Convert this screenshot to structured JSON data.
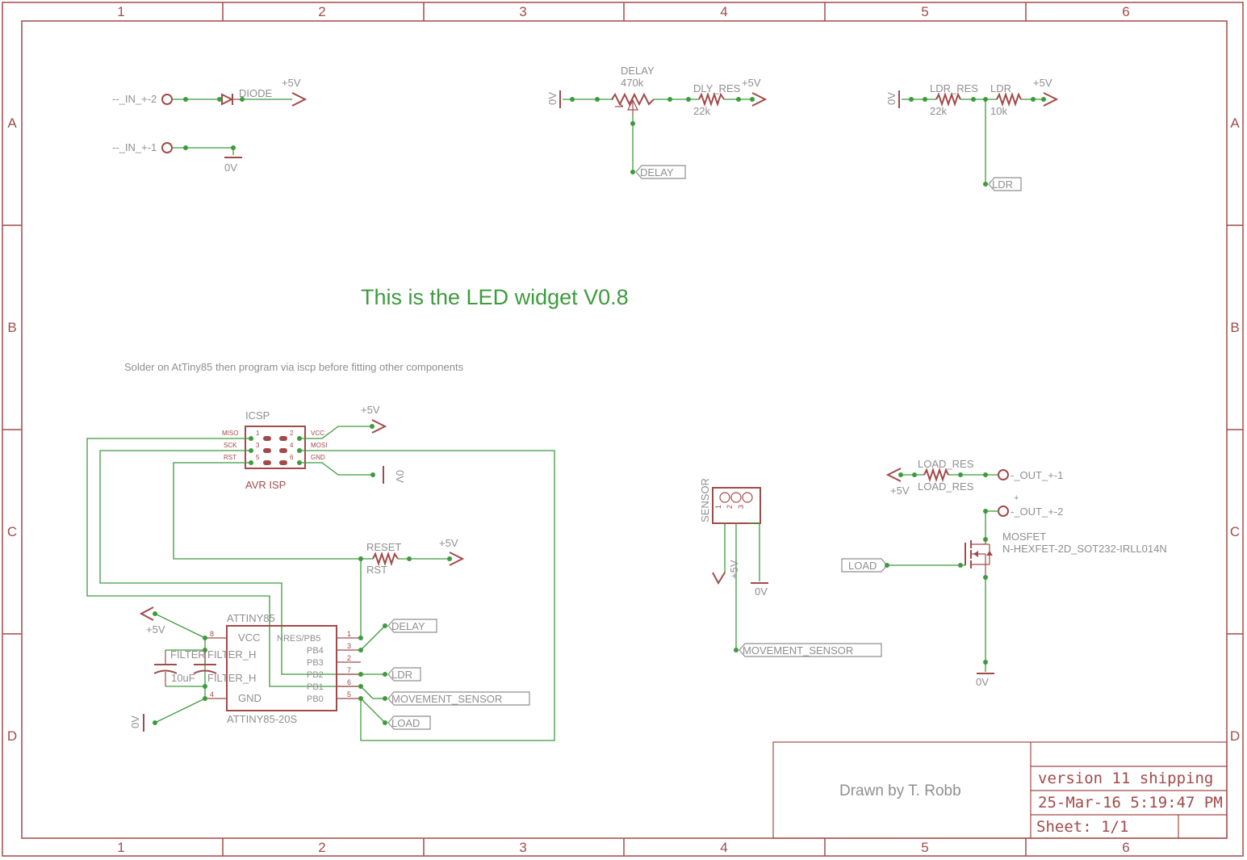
{
  "frame": {
    "columns": [
      "1",
      "2",
      "3",
      "4",
      "5",
      "6"
    ],
    "rows": [
      "A",
      "B",
      "C",
      "D"
    ]
  },
  "notes": {
    "title": "This is the LED widget V0.8",
    "instruction": "Solder on AtTiny85 then program via iscp before fitting other components"
  },
  "input_block": {
    "in2": "--_IN_+-2",
    "in1": "--_IN_+-1",
    "diode": "DIODE",
    "plus5v": "+5V",
    "gnd": "0V"
  },
  "delay_block": {
    "gnd": "0V",
    "pot_name": "DELAY",
    "pot_value": "470k",
    "res_name": "DLY_RES",
    "res_value": "22k",
    "plus5v": "+5V",
    "net_label": "DELAY"
  },
  "ldr_block": {
    "gnd": "0V",
    "res_name": "LDR_RES",
    "res_value": "22k",
    "ldr_name": "LDR",
    "ldr_value": "10k",
    "plus5v": "+5V",
    "net_label": "LDR"
  },
  "icsp": {
    "name": "ICSP",
    "value": "AVR ISP",
    "left_pins": [
      "MISO",
      "SCK",
      "RST"
    ],
    "right_pins": [
      "VCC",
      "MOSI",
      "GND"
    ],
    "pin_numbers": [
      "1",
      "2",
      "3",
      "4",
      "5",
      "6"
    ],
    "plus5v": "+5V",
    "gnd": "0V"
  },
  "reset_block": {
    "name": "RESET",
    "value": "RST",
    "plus5v": "+5V"
  },
  "attiny": {
    "name": "ATTINY85",
    "value": "ATTINY85-20S",
    "left_pins": [
      "VCC",
      "GND"
    ],
    "left_nums": [
      "8",
      "4"
    ],
    "right_pins": [
      "NRES/PB5",
      "PB4",
      "PB3",
      "PB2",
      "PB1",
      "PB0"
    ],
    "right_nums": [
      "1",
      "3",
      "2",
      "7",
      "6",
      "5"
    ],
    "plus5v": "+5V",
    "gnd": "0V",
    "cap1_name": "FILTER",
    "cap1_value": "10uF",
    "cap2_name": "FILTER_H",
    "cap2_value": "FILTER_H",
    "net_labels": [
      "DELAY",
      "LDR",
      "MOVEMENT_SENSOR",
      "LOAD"
    ]
  },
  "sensor_block": {
    "name": "SENSOR",
    "pins": [
      "1",
      "2",
      "3"
    ],
    "plus5v": "+5V",
    "gnd": "0V",
    "net_label": "MOVEMENT_SENSOR"
  },
  "output_block": {
    "res_name": "LOAD_RES",
    "res_value": "LOAD_RES",
    "plus5v": "+5V",
    "out1": "-_OUT_+-1",
    "out2": "-_OUT_+-2",
    "plus_mark": "+",
    "mosfet_name": "MOSFET",
    "mosfet_value": "N-HEXFET-2D_SOT232-IRLL014N",
    "load_label": "LOAD",
    "gnd": "0V"
  },
  "title_block": {
    "drawn_by": "Drawn by T. Robb",
    "version": "version 11 shipping",
    "date": "25-Mar-16 5:19:47 PM",
    "sheet": "Sheet: 1/1"
  }
}
